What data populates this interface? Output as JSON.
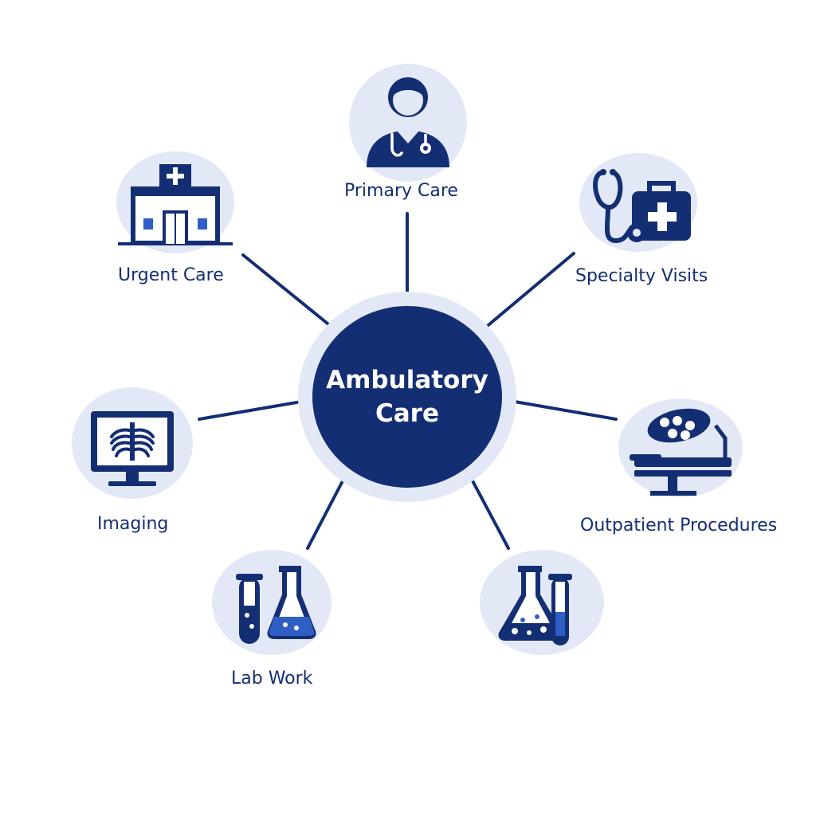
{
  "center": {
    "line1": "Ambulatory",
    "line2": "Care"
  },
  "nodes": [
    {
      "id": "primary-care",
      "label": "Primary Care",
      "icon": "doctor-icon"
    },
    {
      "id": "urgent-care",
      "label": "Urgent Care",
      "icon": "clinic-building-icon"
    },
    {
      "id": "specialty-visits",
      "label": "Specialty Visits",
      "icon": "stethoscope-medical-kit-icon"
    },
    {
      "id": "imaging",
      "label": "Imaging",
      "icon": "xray-monitor-icon"
    },
    {
      "id": "outpatient-procedures",
      "label": "Outpatient Procedures",
      "icon": "surgical-light-table-icon"
    },
    {
      "id": "lab-work",
      "label": "Lab Work",
      "icon": "test-tube-flask-icon"
    },
    {
      "id": "lab-flask",
      "label": "",
      "icon": "flask-test-tube-icon"
    }
  ],
  "colors": {
    "primary": "#142e73",
    "accent": "#2f5fc4",
    "halo": "#e2e8f5",
    "background": "#ffffff"
  }
}
